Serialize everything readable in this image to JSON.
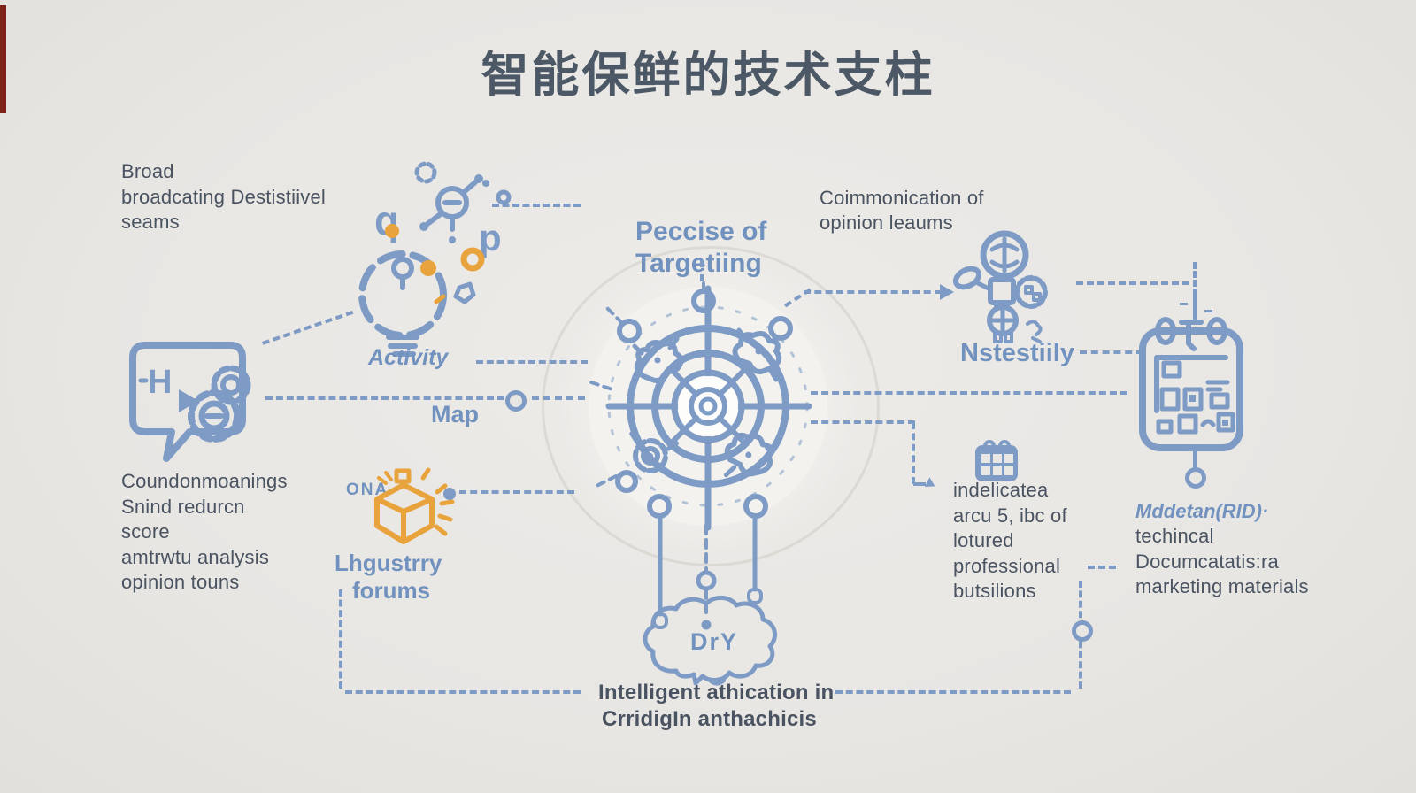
{
  "title": "智能保鲜的技术支柱",
  "colors": {
    "background": "#e9e7e4",
    "line_blue": "#7e9bc5",
    "text_blue": "#7192bf",
    "text_dark": "#4a5361",
    "accent_orange": "#e8a33c",
    "title_color": "#4c5866",
    "edge_artifact_red": "#7c2418"
  },
  "labels": {
    "top_left": [
      "Broad",
      "broadcating Destistiivel",
      "seams"
    ],
    "activity": "Activity",
    "map": "Map",
    "precise": [
      "Peccise of",
      "Targetiing"
    ],
    "communication": [
      "Coimmonication of",
      "opinion leaums"
    ],
    "necessity": "Nstestiily",
    "sentiment": [
      "Coundonmoanings",
      "Snind redurcn",
      "score",
      "amtrwtu analysis",
      "opinion touns"
    ],
    "ona": "ONA",
    "industry": [
      "Lhgustrry",
      "forums"
    ],
    "professional": [
      "indelicatea",
      "arcu 5, ibc of",
      "lotured",
      "professional",
      "butsilions"
    ],
    "metadata_title": "Mddetan(RID)·",
    "metadata": [
      "techincal",
      "Documcatatis:ra",
      "marketing materials"
    ],
    "cloud": "DrY",
    "bottom": [
      "Intelligent athication in",
      "CrridigIn anthachicis"
    ]
  },
  "glyphs": {
    "bulb_q": "q",
    "bulb_p": "p",
    "bubble_h": "H"
  },
  "icons": [
    "idea-bulb-cluster-icon",
    "chat-gears-icon",
    "target-crosshair-icon",
    "opinion-leaders-icon",
    "clipboard-qr-icon",
    "calendar-icon",
    "industry-box-icon",
    "cloud-icon"
  ]
}
